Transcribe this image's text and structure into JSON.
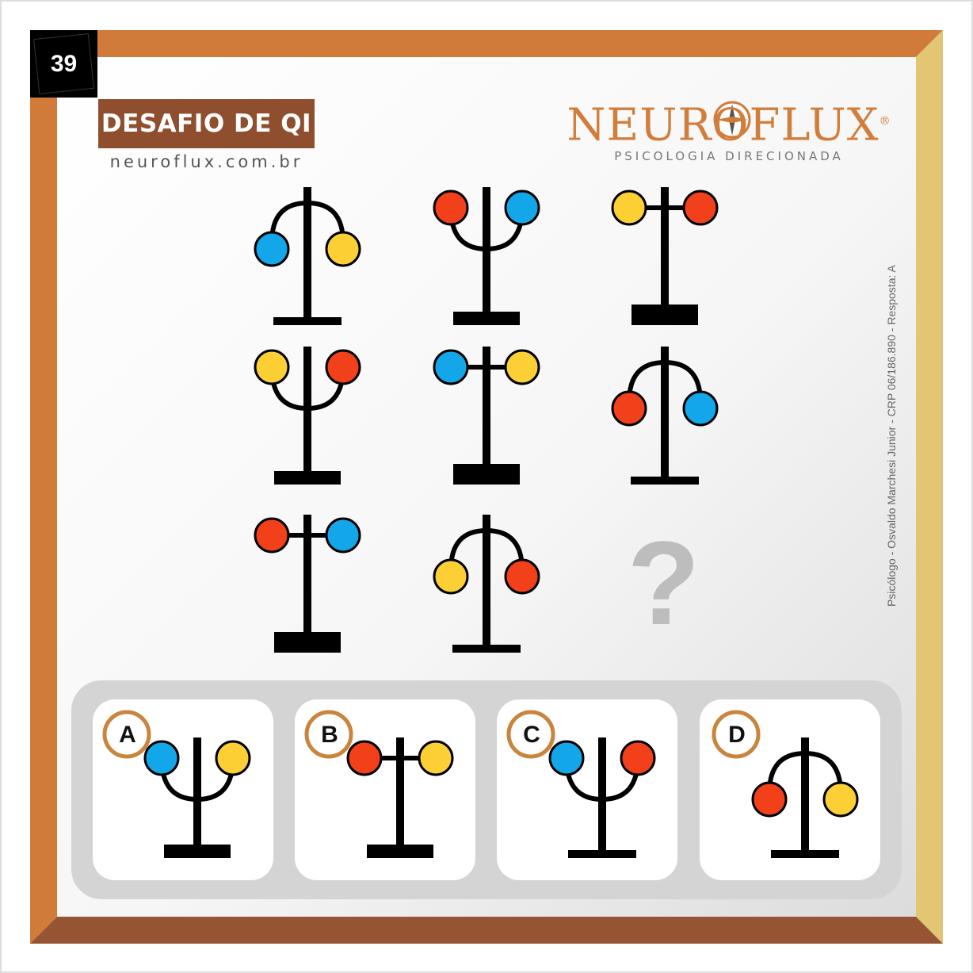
{
  "puzzle": {
    "number": "39",
    "title": "DESAFIO DE QI",
    "url": "neuroflux.com.br",
    "question_mark": "?"
  },
  "brand": {
    "name": "NEUROFLUX",
    "registered": "®",
    "tagline": "PSICOLOGIA DIRECIONADA"
  },
  "credit": "Psicólogo - Osvaldo Marchesi Junior - CRP 06/186.890 - Resposta: A",
  "colors": {
    "red": "#f2401a",
    "blue": "#13a7ea",
    "yellow": "#fcd035",
    "frame_orange": "#d07b3a",
    "frame_brown": "#955433",
    "frame_gold": "#e2c673",
    "title_brown": "#8f4f2f",
    "ring_orange": "#c9853e"
  },
  "grid": [
    {
      "arm": "up",
      "left": "blue",
      "right": "yellow",
      "base": "thin"
    },
    {
      "arm": "down",
      "left": "red",
      "right": "blue",
      "base": "medium"
    },
    {
      "arm": "flat",
      "left": "yellow",
      "right": "red",
      "base": "thick"
    },
    {
      "arm": "down",
      "left": "yellow",
      "right": "red",
      "base": "medium"
    },
    {
      "arm": "flat",
      "left": "blue",
      "right": "yellow",
      "base": "thick"
    },
    {
      "arm": "up",
      "left": "red",
      "right": "blue",
      "base": "thin"
    },
    {
      "arm": "flat",
      "left": "red",
      "right": "blue",
      "base": "thick"
    },
    {
      "arm": "up",
      "left": "yellow",
      "right": "red",
      "base": "thin"
    }
  ],
  "options": [
    {
      "letter": "A",
      "arm": "down",
      "left": "blue",
      "right": "yellow",
      "base": "medium"
    },
    {
      "letter": "B",
      "arm": "flat",
      "left": "red",
      "right": "yellow",
      "base": "medium"
    },
    {
      "letter": "C",
      "arm": "down",
      "left": "blue",
      "right": "red",
      "base": "thin"
    },
    {
      "letter": "D",
      "arm": "up",
      "left": "red",
      "right": "yellow",
      "base": "thin"
    }
  ]
}
